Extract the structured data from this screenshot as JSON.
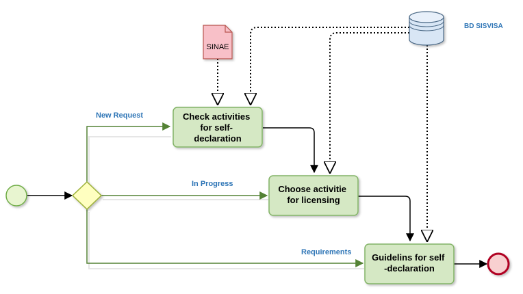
{
  "diagram": {
    "sinae_label": "SINAE",
    "database_label": "BD SISVISA",
    "tasks": {
      "check": {
        "lines": [
          "Check activities",
          "for self-",
          "declaration"
        ]
      },
      "choose": {
        "lines": [
          "Choose activitie",
          "for licensing"
        ]
      },
      "guidelines": {
        "lines": [
          "Guidelins for self",
          "-declaration"
        ]
      }
    },
    "flows": {
      "new_request": "New Request",
      "in_progress": "In Progress",
      "requirements": "Requirements"
    },
    "colors": {
      "task_fill": "#d5e8c4",
      "task_stroke": "#82b366",
      "gateway_fill": "#ffffc0",
      "gateway_stroke": "#9bb037",
      "start_fill": "#e8f5d0",
      "start_stroke": "#70ad47",
      "end_fill": "#f8d0d0",
      "end_stroke": "#b00020",
      "doc_fill": "#f8c0c8",
      "doc_stroke": "#b85450",
      "db_fill": "#d8e6f5",
      "db_stroke": "#4a6785",
      "flow_green": "#548235",
      "flow_black": "#000000",
      "label_blue": "#2e75b6"
    }
  }
}
